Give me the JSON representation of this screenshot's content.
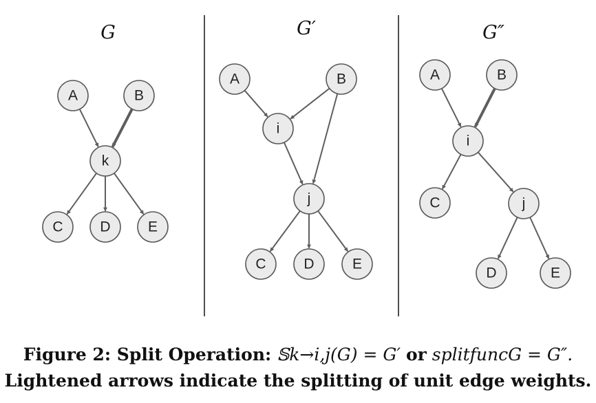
{
  "panels": [
    {
      "title": "G",
      "nodes": [
        "A",
        "B",
        "k",
        "C",
        "D",
        "E"
      ],
      "edges": [
        [
          "A",
          "k"
        ],
        [
          "B",
          "k"
        ],
        [
          "k",
          "C"
        ],
        [
          "k",
          "D"
        ],
        [
          "k",
          "E"
        ]
      ]
    },
    {
      "title": "G′",
      "nodes": [
        "A",
        "B",
        "i",
        "j",
        "C",
        "D",
        "E"
      ],
      "edges": [
        [
          "A",
          "i"
        ],
        [
          "B",
          "i"
        ],
        [
          "B",
          "j"
        ],
        [
          "i",
          "j"
        ],
        [
          "j",
          "C"
        ],
        [
          "j",
          "D"
        ],
        [
          "j",
          "E"
        ]
      ]
    },
    {
      "title": "G″",
      "nodes": [
        "A",
        "B",
        "i",
        "C",
        "j",
        "D",
        "E"
      ],
      "edges": [
        [
          "A",
          "i"
        ],
        [
          "B",
          "i"
        ],
        [
          "i",
          "C"
        ],
        [
          "i",
          "j"
        ],
        [
          "j",
          "D"
        ],
        [
          "j",
          "E"
        ]
      ]
    }
  ],
  "caption": {
    "label": "Figure 2: Split Operation:",
    "formula1": "𝕊k→i,j(G) = G′",
    "connector": "or",
    "formula2": "splitfuncG = G″.",
    "line2": "Lightened arrows indicate the splitting of unit edge weights."
  }
}
